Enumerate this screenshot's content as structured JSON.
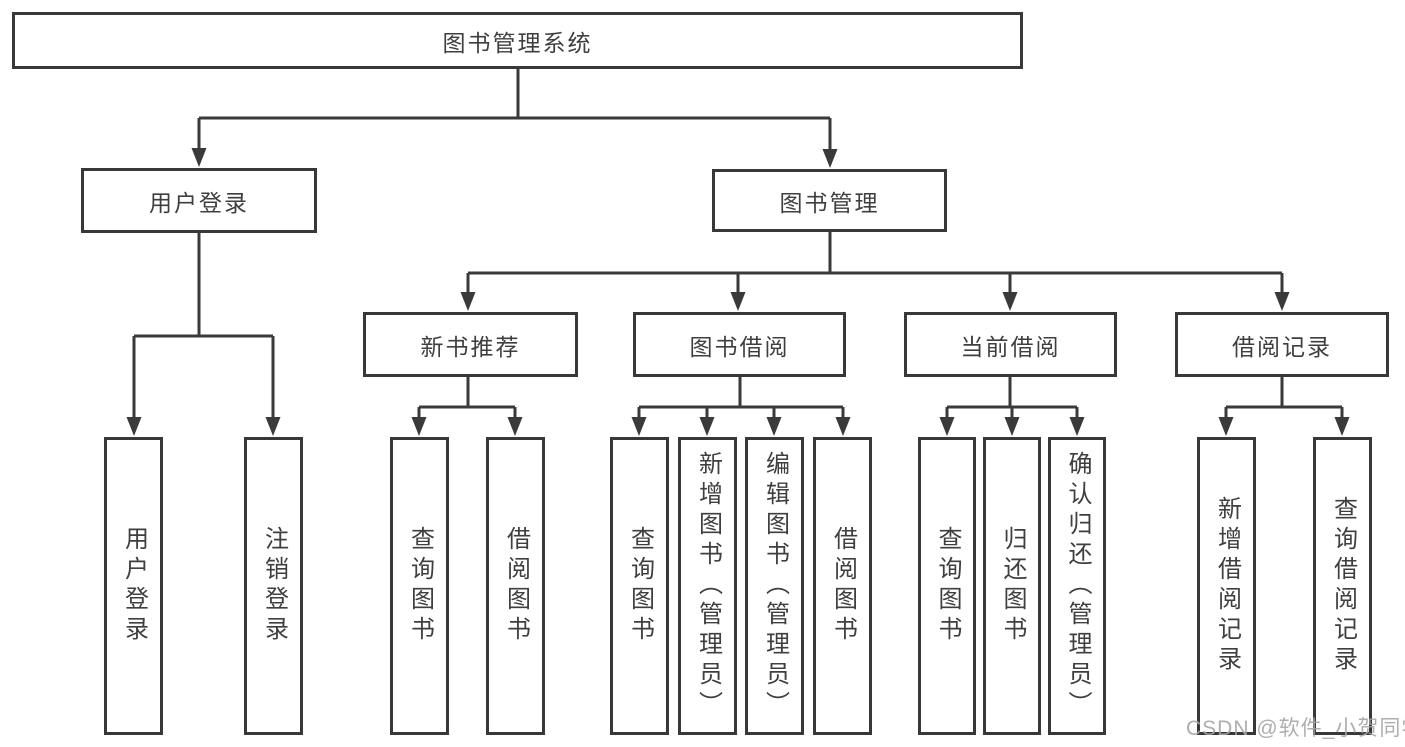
{
  "colors": {
    "line": "#3a3a3a",
    "border": "#383838",
    "text": "#3f3f3f",
    "watermark": "#a5a5a5",
    "background": "#ffffff"
  },
  "watermark": "CSDN @软件_小贺同学",
  "tree": {
    "root": {
      "label": "图书管理系统"
    },
    "level2": [
      {
        "id": "user-login",
        "label": "用户登录"
      },
      {
        "id": "book-management",
        "label": "图书管理"
      }
    ],
    "level3": [
      {
        "id": "new-book-recommendation",
        "label": "新书推荐",
        "parent": "图书管理"
      },
      {
        "id": "book-borrowing",
        "label": "图书借阅",
        "parent": "图书管理"
      },
      {
        "id": "current-borrowing",
        "label": "当前借阅",
        "parent": "图书管理"
      },
      {
        "id": "borrowing-records",
        "label": "借阅记录",
        "parent": "图书管理"
      }
    ],
    "leaves": [
      {
        "group": "用户登录",
        "label": "用户登录"
      },
      {
        "group": "用户登录",
        "label": "注销登录"
      },
      {
        "group": "新书推荐",
        "label": "查询图书"
      },
      {
        "group": "新书推荐",
        "label": "借阅图书"
      },
      {
        "group": "图书借阅",
        "label": "查询图书"
      },
      {
        "group": "图书借阅",
        "label": "新增图书（管理员）"
      },
      {
        "group": "图书借阅",
        "label": "编辑图书（管理员）"
      },
      {
        "group": "图书借阅",
        "label": "借阅图书"
      },
      {
        "group": "当前借阅",
        "label": "查询图书"
      },
      {
        "group": "当前借阅",
        "label": "归还图书"
      },
      {
        "group": "当前借阅",
        "label": "确认归还（管理员）"
      },
      {
        "group": "借阅记录",
        "label": "新增借阅记录"
      },
      {
        "group": "借阅记录",
        "label": "查询借阅记录"
      }
    ]
  }
}
